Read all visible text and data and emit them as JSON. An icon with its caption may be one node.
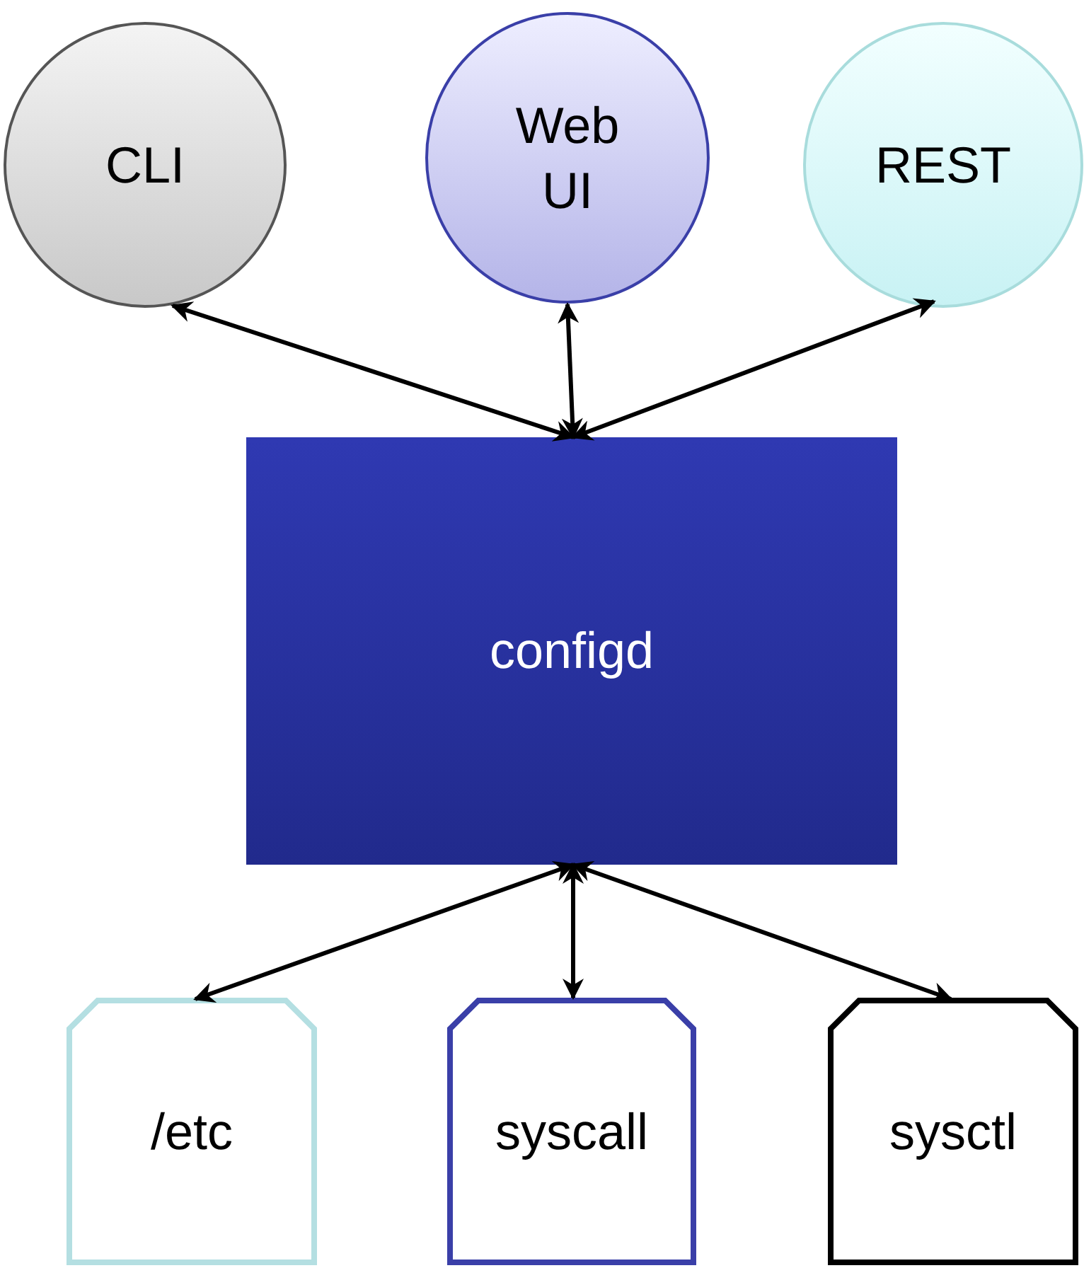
{
  "diagram": {
    "nodes": [
      {
        "text": [
          "CLI"
        ]
      },
      {
        "text": [
          "Web UI"
        ]
      },
      {
        "text": [
          "REST"
        ]
      },
      {
        "text": [
          "configd"
        ]
      },
      {
        "text": [
          "/etc"
        ]
      },
      {
        "text": [
          "syscall"
        ]
      },
      {
        "text": [
          "sysctl"
        ]
      }
    ],
    "edges": [
      {
        "from": 0,
        "to": 3,
        "arrow": "both"
      },
      {
        "from": 1,
        "to": 3,
        "arrow": "both"
      },
      {
        "from": 2,
        "to": 3,
        "arrow": "both"
      },
      {
        "from": 3,
        "to": 4,
        "arrow": "both"
      },
      {
        "from": 3,
        "to": 5,
        "arrow": "both"
      },
      {
        "from": 3,
        "to": 6,
        "arrow": "both"
      }
    ]
  }
}
